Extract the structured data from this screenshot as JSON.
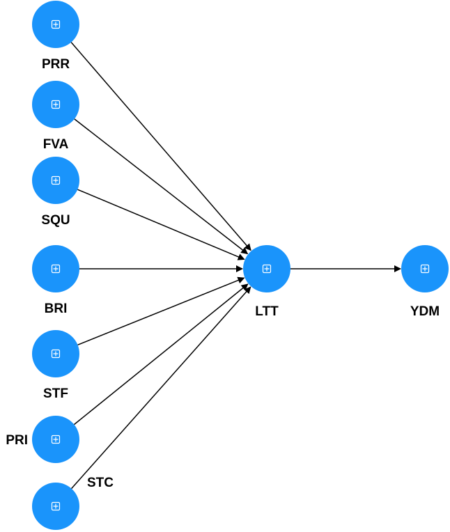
{
  "diagram": {
    "node_color": "#1a94fb",
    "nodes": [
      {
        "id": "PRR",
        "label": "PRR",
        "icon": "expand-plus-icon"
      },
      {
        "id": "FVA",
        "label": "FVA",
        "icon": "expand-plus-icon"
      },
      {
        "id": "SQU",
        "label": "SQU",
        "icon": "expand-plus-icon"
      },
      {
        "id": "BRI",
        "label": "BRI",
        "icon": "expand-plus-icon"
      },
      {
        "id": "STF",
        "label": "STF",
        "icon": "expand-plus-icon"
      },
      {
        "id": "PRI",
        "label": "PRI",
        "icon": "expand-plus-icon"
      },
      {
        "id": "STC",
        "label": "STC",
        "icon": "expand-plus-icon"
      },
      {
        "id": "LTT",
        "label": "LTT",
        "icon": "expand-plus-icon"
      },
      {
        "id": "YDM",
        "label": "YDM",
        "icon": "expand-plus-icon"
      }
    ],
    "edges": [
      {
        "from": "PRR",
        "to": "LTT"
      },
      {
        "from": "FVA",
        "to": "LTT"
      },
      {
        "from": "SQU",
        "to": "LTT"
      },
      {
        "from": "BRI",
        "to": "LTT"
      },
      {
        "from": "STF",
        "to": "LTT"
      },
      {
        "from": "PRI",
        "to": "LTT"
      },
      {
        "from": "STC",
        "to": "LTT"
      },
      {
        "from": "LTT",
        "to": "YDM"
      }
    ]
  }
}
